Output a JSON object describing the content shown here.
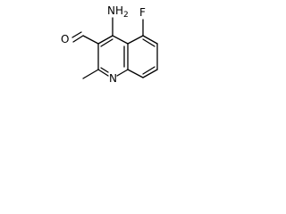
{
  "diagram": {
    "type": "chemical-structure",
    "atoms": {
      "amino_group": "NH",
      "amino_subscript": "2",
      "fluorine": "F",
      "aldehyde_oxygen": "O",
      "ring_nitrogen": "N"
    },
    "bond_color": "#000000",
    "background": "#ffffff"
  }
}
